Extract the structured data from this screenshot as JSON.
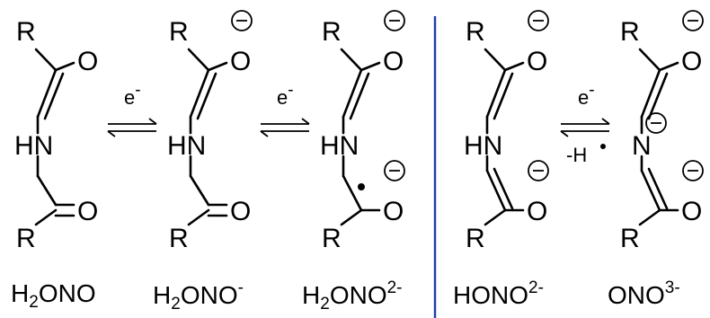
{
  "atoms": {
    "r": "R",
    "o": "O",
    "hn": "HN",
    "n": "N"
  },
  "charge_symbol": "−",
  "arrows": {
    "electron": "e",
    "electron_sup": "-",
    "minus_h": "-H"
  },
  "labels": {
    "h2ono": {
      "pre": "H",
      "sub": "2",
      "post": "ONO",
      "sup": ""
    },
    "h2ono_minus": {
      "pre": "H",
      "sub": "2",
      "post": "ONO",
      "sup": "-"
    },
    "h2ono_2minus": {
      "pre": "H",
      "sub": "2",
      "post": "ONO",
      "sup": "2-"
    },
    "hono_2minus": {
      "pre": "",
      "sub": "",
      "post": "HONO",
      "sup": "2-"
    },
    "ono_3minus": {
      "pre": "",
      "sub": "",
      "post": "ONO",
      "sup": "3-"
    }
  },
  "colors": {
    "divider": "#1f3fa8",
    "ink": "#000000"
  }
}
